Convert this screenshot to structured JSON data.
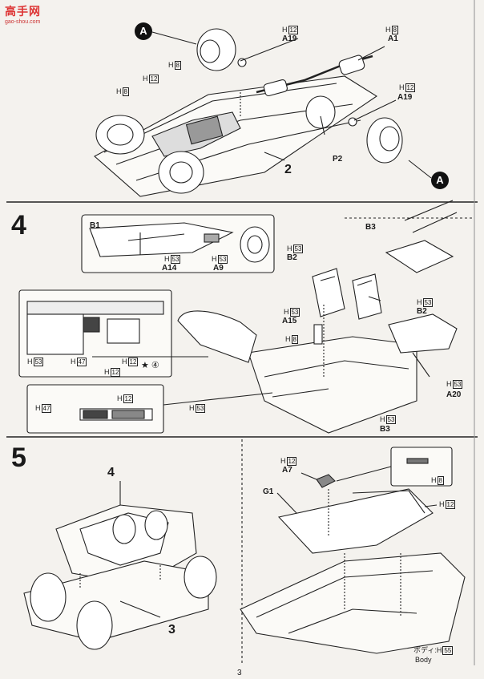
{
  "watermark": {
    "line1": "高手网",
    "line2": "gao-shou.com"
  },
  "steps": {
    "s4": "4",
    "s5": "5"
  },
  "callouts": {
    "A": "A",
    "num2": "2",
    "num4": "4",
    "num3": "3",
    "star_circle": "④"
  },
  "step3_parts": {
    "a19_top": "A19",
    "a1": "A1",
    "a19_right": "A19",
    "p2": "P2",
    "h12_top": "H",
    "h12_top_box": "12",
    "h8_top": "H",
    "h8_top_box": "8",
    "h8_left": "H",
    "h8_left_box": "8",
    "h12_left": "H",
    "h12_left_box": "12",
    "h8_left2": "H",
    "h8_left2_box": "8",
    "h12_right": "H",
    "h12_right_box": "12"
  },
  "step4_parts": {
    "b1": "B1",
    "a14": "A14",
    "a9": "A9",
    "b3_top": "B3",
    "b2_top": "B2",
    "b2_right": "B2",
    "a15": "A15",
    "a20": "A20",
    "b3_bottom": "B3",
    "h53_a14": "H",
    "h53_a14_box": "53",
    "h53_a9": "H",
    "h53_a9_box": "53",
    "h53_b2": "H",
    "h53_b2_box": "53",
    "h53_a15": "H",
    "h53_a15_box": "53",
    "h8_a15": "H",
    "h8_a15_box": "8",
    "h53_b2r": "H",
    "h53_b2r_box": "53",
    "h53_a20": "H",
    "h53_a20_box": "53",
    "h53_b3": "H",
    "h53_b3_box": "53",
    "h53_dash": "H",
    "h53_dash_box": "53",
    "h47_dash": "H",
    "h47_dash_box": "47",
    "h12_dash1": "H",
    "h12_dash1_box": "12",
    "h12_dash2": "H",
    "h12_dash2_box": "12",
    "h47_con": "H",
    "h47_con_box": "47",
    "h12_con": "H",
    "h12_con_box": "12",
    "h53_con": "H",
    "h53_con_box": "53"
  },
  "step5_parts": {
    "a7": "A7",
    "g1": "G1",
    "h12_a7": "H",
    "h12_a7_box": "12",
    "h8_a7": "H",
    "h8_a7_box": "8",
    "h12_g1": "H",
    "h12_g1_box": "12",
    "body_jp": "ボディ:",
    "body_h": "H",
    "body_box": "55",
    "body_en": "Body"
  },
  "page_number": "3"
}
